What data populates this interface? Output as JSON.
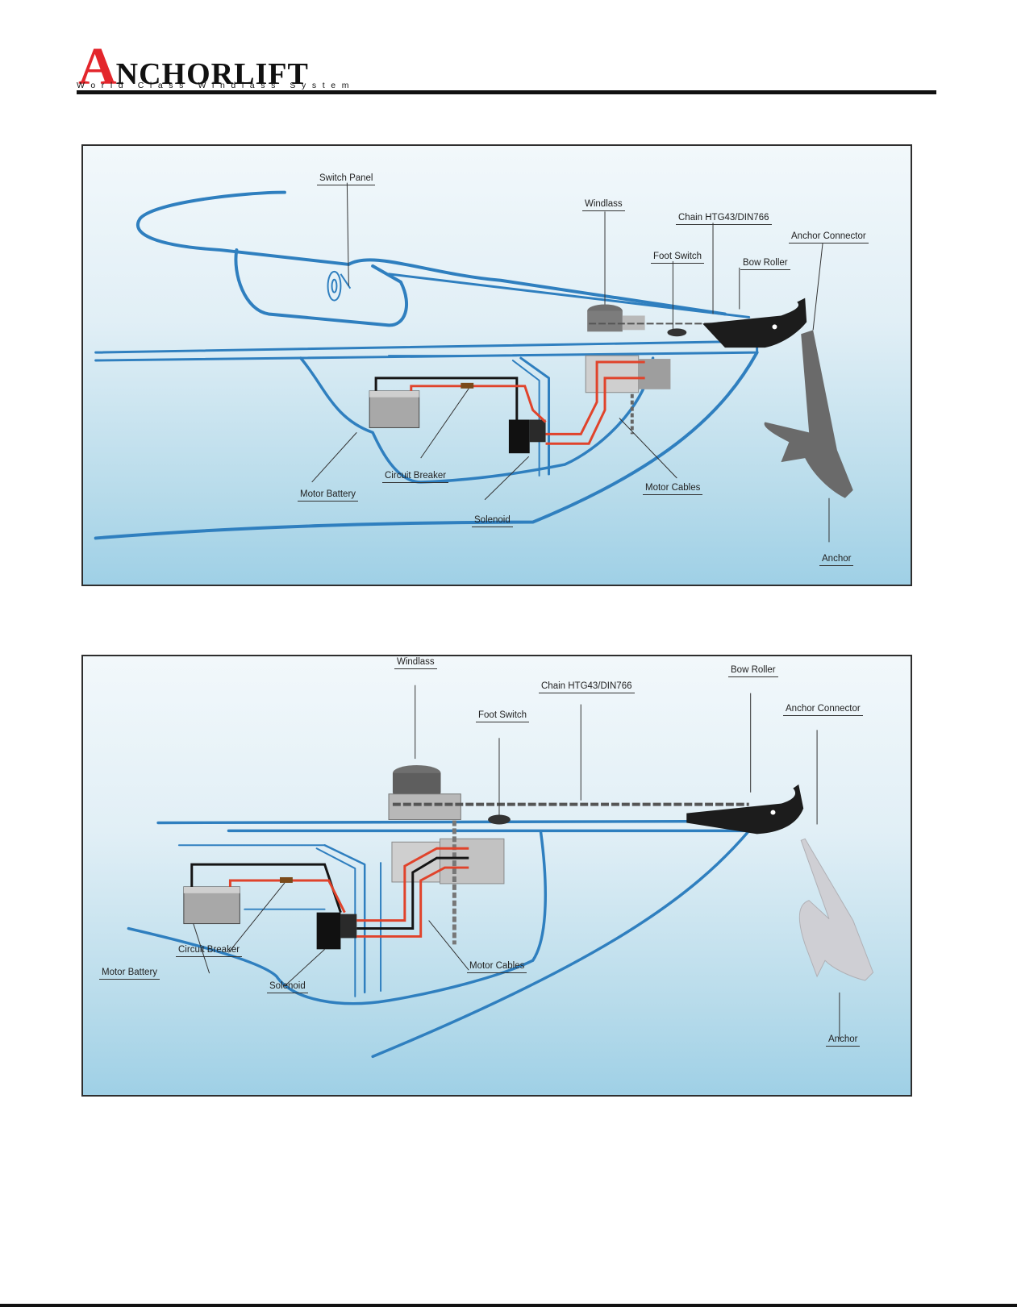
{
  "header": {
    "brand_initial": "A",
    "brand_rest": "NCHORLIFT",
    "tagline": "World Class Windlass System",
    "brand_color": "#e3262c"
  },
  "diagrams": [
    {
      "labels": {
        "switch_panel": "Switch Panel",
        "windlass": "Windlass",
        "chain": "Chain HTG43/DIN766",
        "anchor_connector": "Anchor Connector",
        "foot_switch": "Foot Switch",
        "bow_roller": "Bow Roller",
        "circuit_breaker": "Circuit Breaker",
        "motor_battery": "Motor Battery",
        "solenoid": "Solenoid",
        "motor_cables": "Motor Cables",
        "anchor": "Anchor"
      }
    },
    {
      "labels": {
        "windlass": "Windlass",
        "bow_roller": "Bow Roller",
        "chain": "Chain HTG43/DIN766",
        "anchor_connector": "Anchor Connector",
        "foot_switch": "Foot Switch",
        "circuit_breaker": "Circuit Breaker",
        "motor_battery": "Motor Battery",
        "solenoid": "Solenoid",
        "motor_cables": "Motor Cables",
        "anchor": "Anchor"
      }
    }
  ],
  "colors": {
    "hull_line": "#2f7fbf",
    "positive_cable": "#e0432b",
    "negative_cable": "#151515"
  }
}
